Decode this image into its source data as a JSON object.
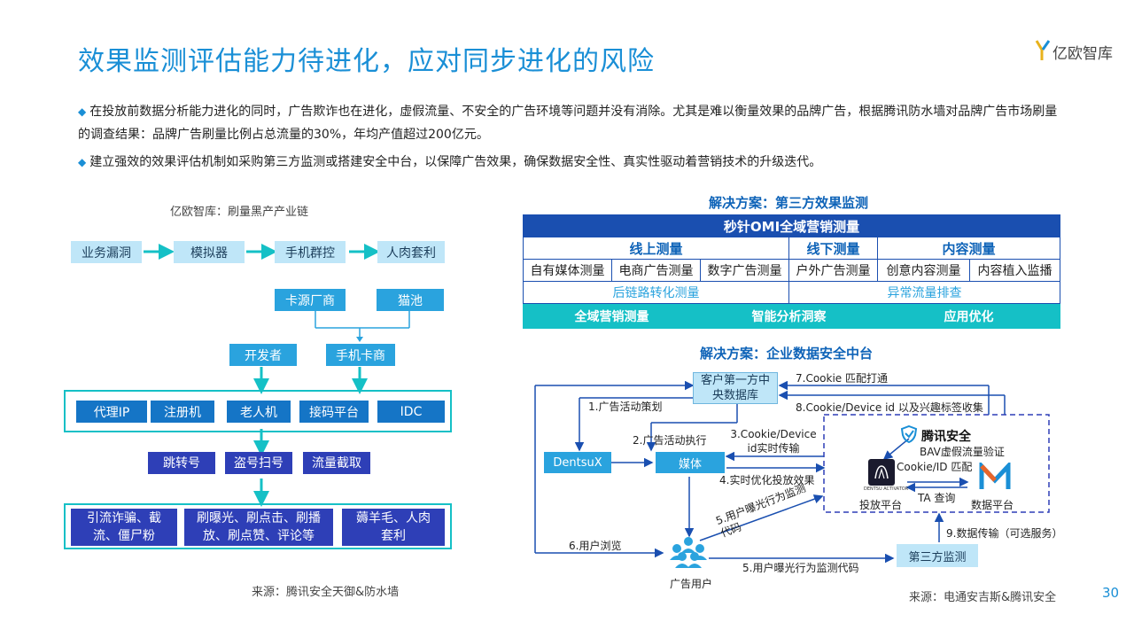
{
  "title": "效果监测评估能力待进化，应对同步进化的风险",
  "logo_text": "亿欧智库",
  "bullets": [
    "在投放前数据分析能力进化的同时，广告欺诈也在进化，虚假流量、不安全的广告环境等问题并没有消除。尤其是难以衡量效果的品牌广告，根据腾讯防水墙对品牌广告市场刷量的调查结果：品牌广告刷量比例占总流量的30%，年均产值超过200亿元。",
    "建立强效的效果评估机制如采购第三方监测或搭建安全中台，以保障广告效果，确保数据安全性、真实性驱动着营销技术的升级迭代。"
  ],
  "left": {
    "caption": "亿欧智库：刷量黑产产业链",
    "chain": [
      "业务漏洞",
      "模拟器",
      "手机群控",
      "人肉套利"
    ],
    "suppliers": [
      "卡源厂商",
      "猫池"
    ],
    "mid": [
      "开发者",
      "手机卡商"
    ],
    "tools": [
      "代理IP",
      "注册机",
      "老人机",
      "接码平台",
      "IDC"
    ],
    "methods": [
      "跳转号",
      "盗号扫号",
      "流量截取"
    ],
    "outcomes": [
      "引流诈骗、截流、僵尸粉",
      "刷曝光、刷点击、刷播放、刷点赞、评论等",
      "薅羊毛、人肉套利"
    ],
    "source": "来源：腾讯安全天御&防水墙"
  },
  "right": {
    "heading1": "解决方案：第三方效果监测",
    "omi": {
      "title": "秒针OMI全域营销测量",
      "groups": [
        "线上测量",
        "线下测量",
        "内容测量"
      ],
      "cells": [
        "自有媒体测量",
        "电商广告测量",
        "数字广告测量",
        "户外广告测量",
        "创意内容测量",
        "内容植入监播"
      ],
      "sub": [
        "后链路转化测量",
        "异常流量排查"
      ],
      "bottom": [
        "全域营销测量",
        "智能分析洞察",
        "应用优化"
      ]
    },
    "heading2": "解决方案：企业数据安全中台",
    "flow": {
      "customer_db": "客户第一方中央数据库",
      "dentsux": "DentsuX",
      "media": "媒体",
      "tencent": "腾讯安全",
      "bav": "BAV虚假流量验证",
      "cookie_match": "Cookie/ID 匹配",
      "ta": "TA 查询",
      "activator_small": "DENTSU ACTIVATOR",
      "platform_launch": "投放平台",
      "platform_data": "数据平台",
      "users": "广告用户",
      "third_party": "第三方监测",
      "s1": "1.广告活动策划",
      "s2": "2.广告活动执行",
      "s3": "3.Cookie/Device id实时传输",
      "s4": "4.实时优化投放效果",
      "s5a": "5.用户曝光行为监测代码",
      "s5b": "5.用户曝光行为监测代码",
      "s6": "6.用户浏览",
      "s7": "7.Cookie 匹配打通",
      "s8": "8.Cookie/Device id 以及兴趣标签收集",
      "s9": "9.数据传输（可选服务）"
    },
    "source": "来源：电通安吉斯&腾讯安全"
  },
  "page_number": "30",
  "colors": {
    "accent": "#1a8fd6",
    "navy": "#2e3fb7",
    "teal": "#15c0c6",
    "light_blue": "#bfe6f8",
    "mid_blue": "#2aa3de",
    "dark_blue": "#1575c6",
    "omi_blue": "#1a4fb0"
  }
}
